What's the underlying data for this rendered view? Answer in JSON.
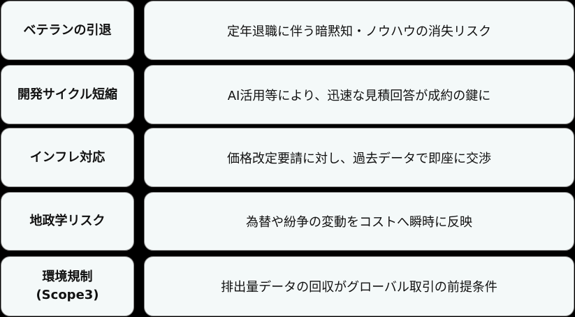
{
  "diagram": {
    "background": "#000000",
    "box_fill": "#f4f9f9",
    "box_border": "#8c8c8c",
    "rows": [
      {
        "label": "ベテランの引退",
        "description": "定年退職に伴う暗黙知・ノウハウの消失リスク"
      },
      {
        "label": "開発サイクル短縮",
        "description": "AI活用等により、迅速な見積回答が成約の鍵に"
      },
      {
        "label": "インフレ対応",
        "description": "価格改定要請に対し、過去データで即座に交渉"
      },
      {
        "label": "地政学リスク",
        "description": "為替や紛争の変動をコストへ瞬時に反映"
      },
      {
        "label": "環境規制\n(Scope3)",
        "description": "排出量データの回収がグローバル取引の前提条件"
      }
    ]
  }
}
